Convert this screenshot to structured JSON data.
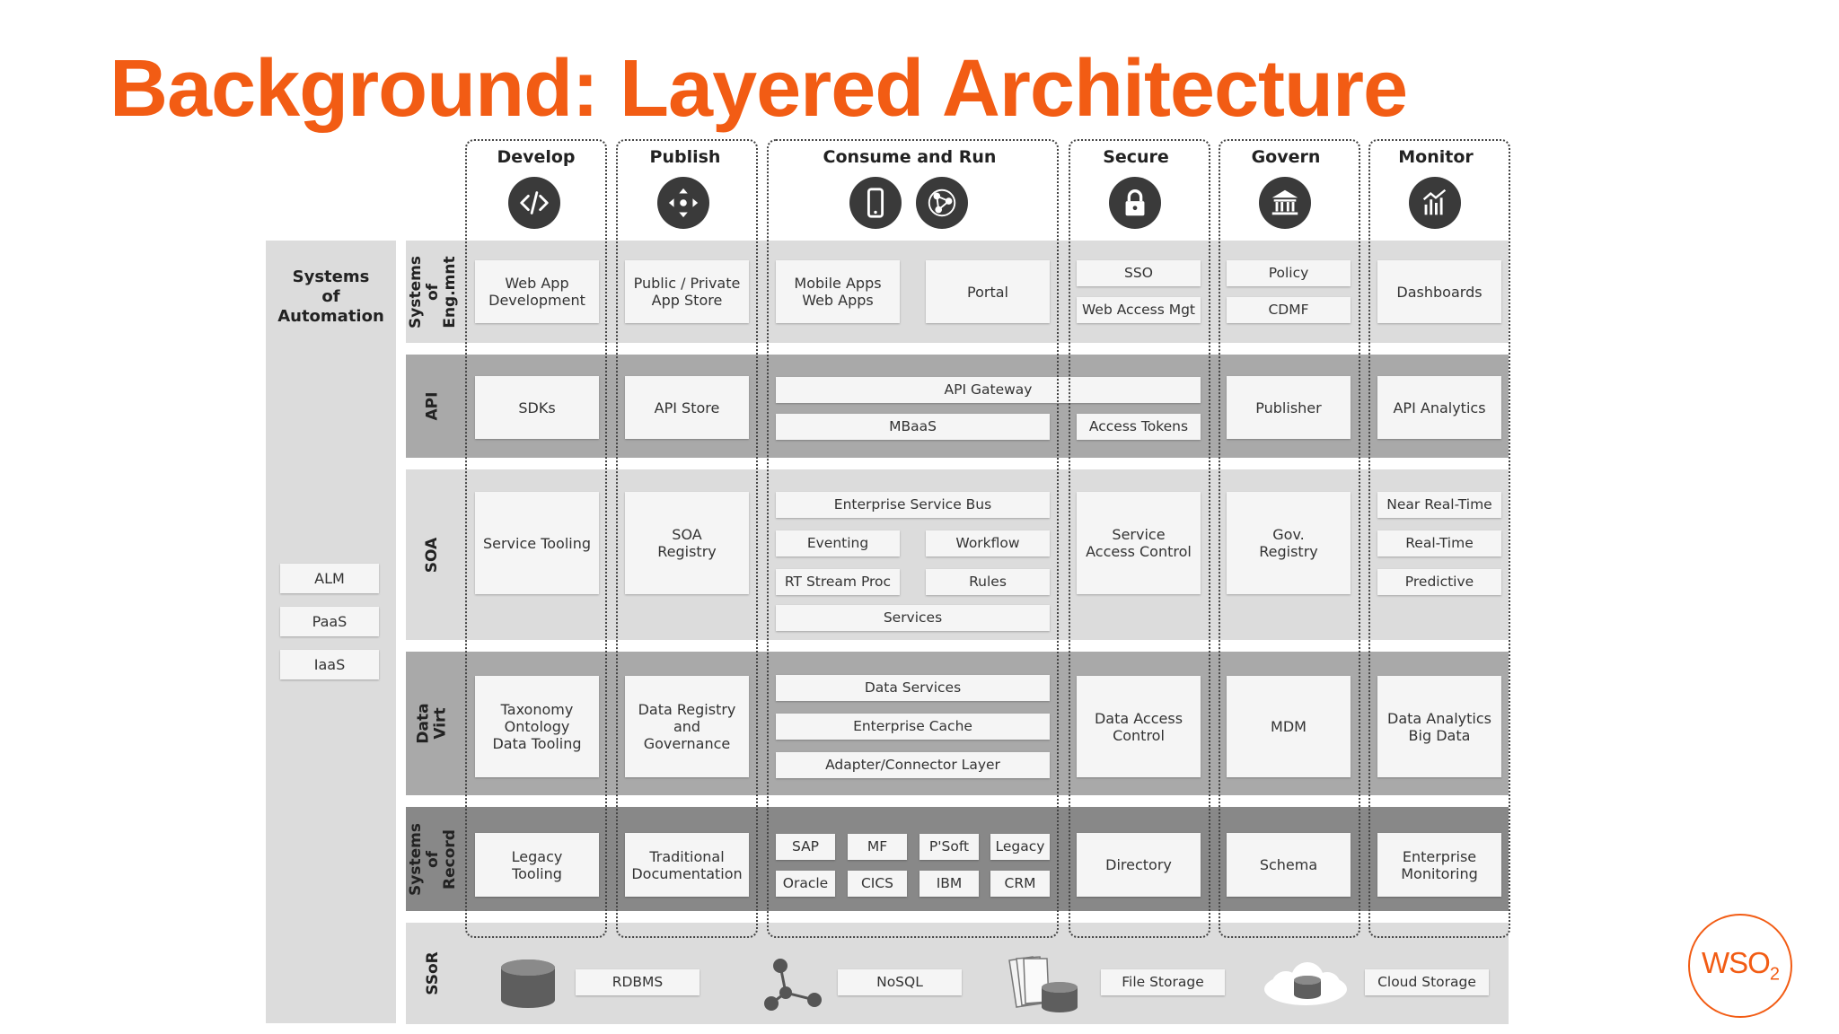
{
  "title": "Background: Layered Architecture",
  "columns": [
    "Develop",
    "Publish",
    "Consume and Run",
    "Secure",
    "Govern",
    "Monitor"
  ],
  "icons": {
    "develop": "code-icon",
    "publish": "move-arrows-icon",
    "consume_mobile": "mobile-phone-icon",
    "consume_network": "network-icon",
    "secure": "lock-icon",
    "govern": "government-building-icon",
    "monitor": "analytics-chart-icon"
  },
  "sidebar": {
    "label": "Systems\nof\nAutomation",
    "items": [
      "ALM",
      "PaaS",
      "IaaS"
    ]
  },
  "rows": {
    "eng": {
      "label": "Systems\nof Eng.mnt",
      "develop": "Web App\nDevelopment",
      "publish": "Public / Private\nApp Store",
      "consume_a": "Mobile Apps\nWeb Apps",
      "consume_b": "Portal",
      "secure_a": "SSO",
      "secure_b": "Web Access Mgt",
      "govern_a": "Policy",
      "govern_b": "CDMF",
      "monitor": "Dashboards"
    },
    "api": {
      "label": "API",
      "develop": "SDKs",
      "publish": "API Store",
      "gateway": "API Gateway",
      "mbaas": "MBaaS",
      "secure": "Access Tokens",
      "govern": "Publisher",
      "monitor": "API Analytics"
    },
    "soa": {
      "label": "SOA",
      "develop": "Service Tooling",
      "publish": "SOA\nRegistry",
      "esb": "Enterprise Service Bus",
      "eventing": "Eventing",
      "workflow": "Workflow",
      "rtstream": "RT Stream Proc",
      "rules": "Rules",
      "services": "Services",
      "secure": "Service\nAccess Control",
      "govern": "Gov.\nRegistry",
      "monitor_a": "Near Real-Time",
      "monitor_b": "Real-Time",
      "monitor_c": "Predictive"
    },
    "datavirt": {
      "label": "Data\nVirt",
      "develop": "Taxonomy\nOntology\nData Tooling",
      "publish": "Data Registry\nand\nGovernance",
      "data_services": "Data Services",
      "cache": "Enterprise Cache",
      "adapter": "Adapter/Connector Layer",
      "secure": "Data Access\nControl",
      "govern": "MDM",
      "monitor": "Data Analytics\nBig Data"
    },
    "record": {
      "label": "Systems\nof Record",
      "develop": "Legacy\nTooling",
      "publish": "Traditional\nDocumentation",
      "sap": "SAP",
      "mf": "MF",
      "psoft": "P'Soft",
      "legacy": "Legacy",
      "oracle": "Oracle",
      "cics": "CICS",
      "ibm": "IBM",
      "crm": "CRM",
      "secure": "Directory",
      "govern": "Schema",
      "monitor": "Enterprise\nMonitoring"
    },
    "ssor": {
      "label": "SSoR",
      "rdbms": "RDBMS",
      "nosql": "NoSQL",
      "file": "File Storage",
      "cloud": "Cloud Storage"
    }
  },
  "logo": {
    "text": "WSO",
    "sub": "2"
  },
  "colors": {
    "accent": "#f25c14",
    "icon": "#3a3a3a"
  }
}
